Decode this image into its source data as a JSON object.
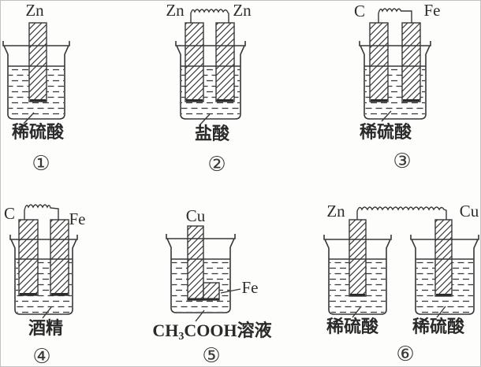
{
  "figure": {
    "description": "Six electrochemical experiment setups with beakers, electrodes and solutions",
    "ink_color": "#383838",
    "background": "#fdfdfc",
    "setups": [
      {
        "number": "①",
        "electrode": "Zn",
        "solution": "稀硫酸"
      },
      {
        "number": "②",
        "electrode_left": "Zn",
        "electrode_right": "Zn",
        "solution": "盐酸"
      },
      {
        "number": "③",
        "electrode_left": "C",
        "electrode_right": "Fe",
        "solution": "稀硫酸"
      },
      {
        "number": "④",
        "electrode_left": "C",
        "electrode_right": "Fe",
        "solution": "酒精"
      },
      {
        "number": "⑤",
        "electrode": "Cu",
        "attached_metal": "Fe",
        "solution_prefix": "CH",
        "solution_sub": "3",
        "solution_suffix": "COOH溶液"
      },
      {
        "number": "⑥",
        "electrode_left": "Zn",
        "electrode_right": "Cu",
        "solution_left": "稀硫酸",
        "solution_right": "稀硫酸"
      }
    ]
  }
}
